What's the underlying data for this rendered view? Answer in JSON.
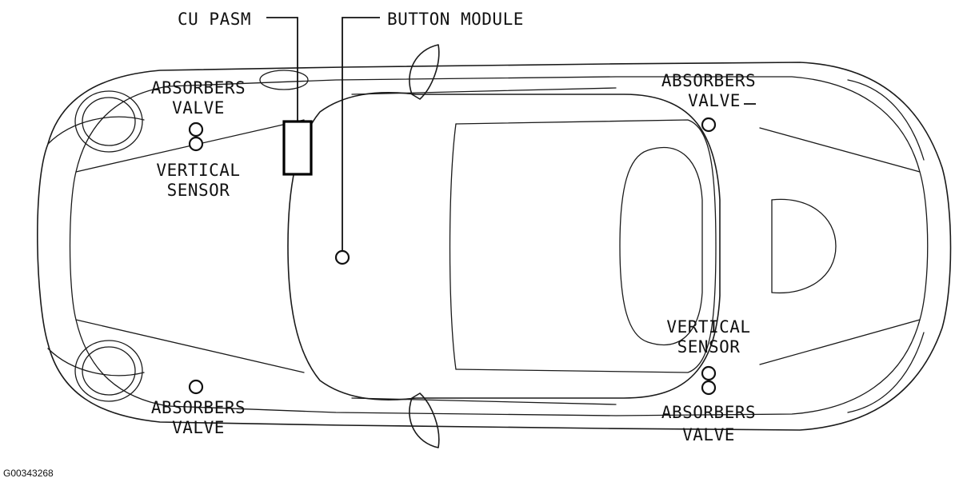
{
  "figure_id": "G00343268",
  "labels": {
    "cu_pasm": "CU PASM",
    "button_module": "BUTTON MODULE",
    "front_left_valve": [
      "ABSORBERS",
      "VALVE"
    ],
    "front_left_sensor": [
      "VERTICAL",
      "SENSOR"
    ],
    "front_right_valve": [
      "ABSORBERS",
      "VALVE"
    ],
    "rear_left_valve": [
      "ABSORBERS",
      "VALVE"
    ],
    "rear_right_sensor": [
      "VERTICAL",
      "SENSOR"
    ],
    "rear_right_valve": [
      "ABSORBERS",
      "VALVE"
    ]
  }
}
